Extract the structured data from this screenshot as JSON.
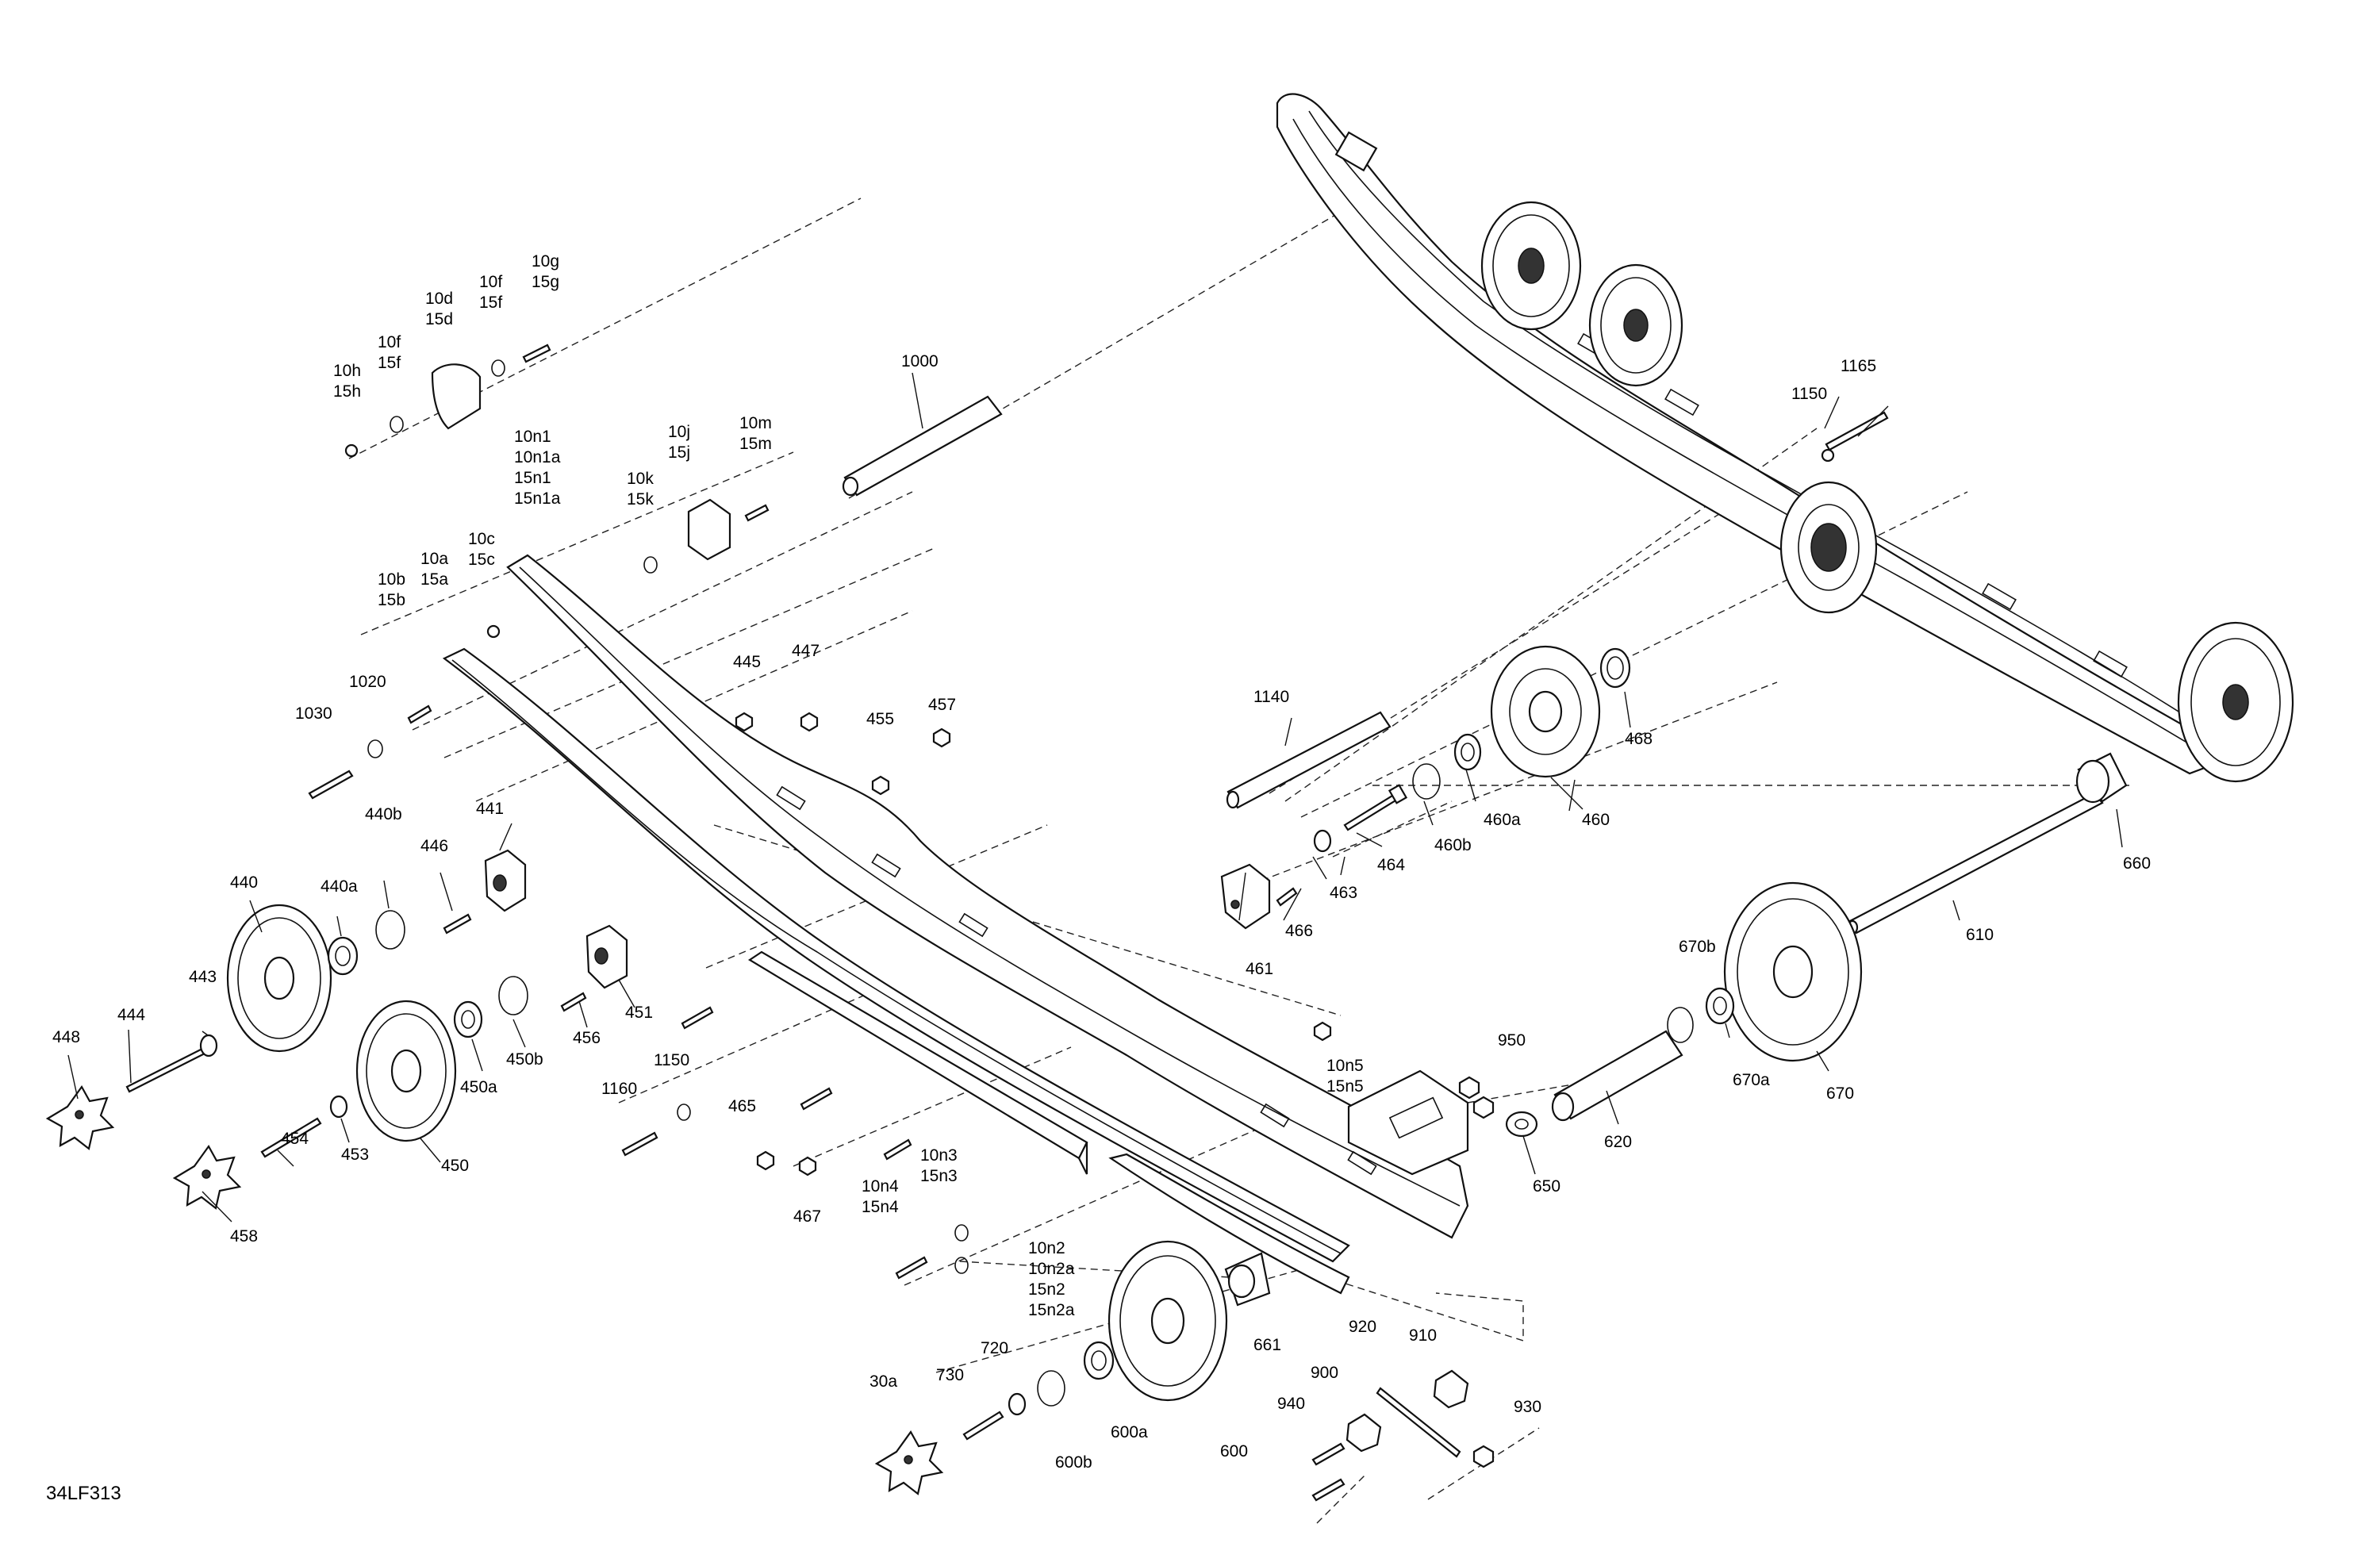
{
  "drawing": {
    "code": "34LF313",
    "callouts": [
      {
        "id": "10g",
        "lines": [
          "10g",
          "15g"
        ]
      },
      {
        "id": "10f-top",
        "lines": [
          "10f",
          "15f"
        ]
      },
      {
        "id": "10d",
        "lines": [
          "10d",
          "15d"
        ]
      },
      {
        "id": "10f",
        "lines": [
          "10f",
          "15f"
        ]
      },
      {
        "id": "10h",
        "lines": [
          "10h",
          "15h"
        ]
      },
      {
        "id": "1000",
        "lines": [
          "1000"
        ]
      },
      {
        "id": "10m",
        "lines": [
          "10m",
          "15m"
        ]
      },
      {
        "id": "10j",
        "lines": [
          "10j",
          "15j"
        ]
      },
      {
        "id": "10n1",
        "lines": [
          "10n1",
          "10n1a",
          "15n1",
          "15n1a"
        ]
      },
      {
        "id": "10k",
        "lines": [
          "10k",
          "15k"
        ]
      },
      {
        "id": "10c",
        "lines": [
          "10c",
          "15c"
        ]
      },
      {
        "id": "10a",
        "lines": [
          "10a",
          "15a"
        ]
      },
      {
        "id": "10b",
        "lines": [
          "10b",
          "15b"
        ]
      },
      {
        "id": "1020",
        "lines": [
          "1020"
        ]
      },
      {
        "id": "1030",
        "lines": [
          "1030"
        ]
      },
      {
        "id": "445",
        "lines": [
          "445"
        ]
      },
      {
        "id": "447",
        "lines": [
          "447"
        ]
      },
      {
        "id": "455",
        "lines": [
          "455"
        ]
      },
      {
        "id": "457",
        "lines": [
          "457"
        ]
      },
      {
        "id": "441",
        "lines": [
          "441"
        ]
      },
      {
        "id": "446",
        "lines": [
          "446"
        ]
      },
      {
        "id": "440b",
        "lines": [
          "440b"
        ]
      },
      {
        "id": "440",
        "lines": [
          "440"
        ]
      },
      {
        "id": "440a",
        "lines": [
          "440a"
        ]
      },
      {
        "id": "443",
        "lines": [
          "443"
        ]
      },
      {
        "id": "444",
        "lines": [
          "444"
        ]
      },
      {
        "id": "448",
        "lines": [
          "448"
        ]
      },
      {
        "id": "451",
        "lines": [
          "451"
        ]
      },
      {
        "id": "456",
        "lines": [
          "456"
        ]
      },
      {
        "id": "450b",
        "lines": [
          "450b"
        ]
      },
      {
        "id": "450a",
        "lines": [
          "450a"
        ]
      },
      {
        "id": "450",
        "lines": [
          "450"
        ]
      },
      {
        "id": "453",
        "lines": [
          "453"
        ]
      },
      {
        "id": "454",
        "lines": [
          "454"
        ]
      },
      {
        "id": "458",
        "lines": [
          "458"
        ]
      },
      {
        "id": "1160",
        "lines": [
          "1160"
        ]
      },
      {
        "id": "1150-left",
        "lines": [
          "1150"
        ]
      },
      {
        "id": "465",
        "lines": [
          "465"
        ]
      },
      {
        "id": "467",
        "lines": [
          "467"
        ]
      },
      {
        "id": "10n3",
        "lines": [
          "10n3",
          "15n3"
        ]
      },
      {
        "id": "10n4",
        "lines": [
          "10n4",
          "15n4"
        ]
      },
      {
        "id": "10n2",
        "lines": [
          "10n2",
          "10n2a",
          "15n2",
          "15n2a"
        ]
      },
      {
        "id": "10n5",
        "lines": [
          "10n5",
          "15n5"
        ]
      },
      {
        "id": "1140",
        "lines": [
          "1140"
        ]
      },
      {
        "id": "461",
        "lines": [
          "461"
        ]
      },
      {
        "id": "466",
        "lines": [
          "466"
        ]
      },
      {
        "id": "463",
        "lines": [
          "463"
        ]
      },
      {
        "id": "464",
        "lines": [
          "464"
        ]
      },
      {
        "id": "460b",
        "lines": [
          "460b"
        ]
      },
      {
        "id": "460a",
        "lines": [
          "460a"
        ]
      },
      {
        "id": "460",
        "lines": [
          "460"
        ]
      },
      {
        "id": "468",
        "lines": [
          "468"
        ]
      },
      {
        "id": "1165",
        "lines": [
          "1165"
        ]
      },
      {
        "id": "1150-right",
        "lines": [
          "1150"
        ]
      },
      {
        "id": "660",
        "lines": [
          "660"
        ]
      },
      {
        "id": "610",
        "lines": [
          "610"
        ]
      },
      {
        "id": "670b",
        "lines": [
          "670b"
        ]
      },
      {
        "id": "670a",
        "lines": [
          "670a"
        ]
      },
      {
        "id": "670",
        "lines": [
          "670"
        ]
      },
      {
        "id": "950",
        "lines": [
          "950"
        ]
      },
      {
        "id": "650",
        "lines": [
          "650"
        ]
      },
      {
        "id": "620",
        "lines": [
          "620"
        ]
      },
      {
        "id": "661",
        "lines": [
          "661"
        ]
      },
      {
        "id": "920",
        "lines": [
          "920"
        ]
      },
      {
        "id": "910",
        "lines": [
          "910"
        ]
      },
      {
        "id": "900",
        "lines": [
          "900"
        ]
      },
      {
        "id": "940",
        "lines": [
          "940"
        ]
      },
      {
        "id": "930",
        "lines": [
          "930"
        ]
      },
      {
        "id": "600",
        "lines": [
          "600"
        ]
      },
      {
        "id": "600a",
        "lines": [
          "600a"
        ]
      },
      {
        "id": "600b",
        "lines": [
          "600b"
        ]
      },
      {
        "id": "720",
        "lines": [
          "720"
        ]
      },
      {
        "id": "730",
        "lines": [
          "730"
        ]
      },
      {
        "id": "30a",
        "lines": [
          "30a"
        ]
      }
    ]
  }
}
